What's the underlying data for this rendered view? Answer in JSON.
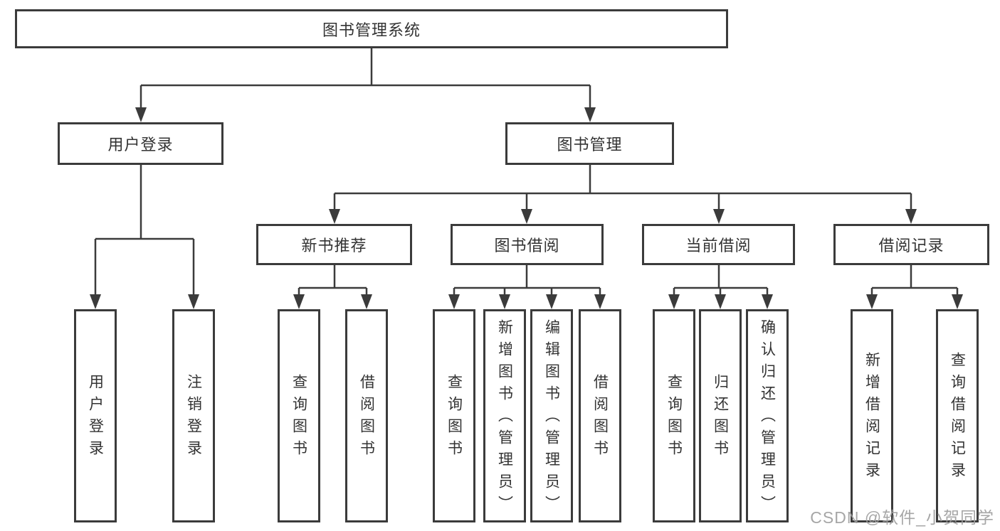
{
  "diagram": {
    "title": "图书管理系统",
    "branches": [
      {
        "label": "用户登录",
        "leaves": [
          "用户登录",
          "注销登录"
        ]
      },
      {
        "label": "图书管理",
        "sections": [
          {
            "label": "新书推荐",
            "leaves": [
              "查询图书",
              "借阅图书"
            ]
          },
          {
            "label": "图书借阅",
            "leaves": [
              "查询图书",
              "新增图书（管理员）",
              "编辑图书（管理员）",
              "借阅图书"
            ]
          },
          {
            "label": "当前借阅",
            "leaves": [
              "查询图书",
              "归还图书",
              "确认归还（管理员）"
            ]
          },
          {
            "label": "借阅记录",
            "leaves": [
              "新增借阅记录",
              "查询借阅记录"
            ]
          }
        ]
      }
    ]
  },
  "watermark": "CSDN @软件_小贺同学",
  "colors": {
    "line": "#3b3b3b",
    "text": "#333333",
    "watermark": "#9e9e9e",
    "background": "#ffffff"
  }
}
